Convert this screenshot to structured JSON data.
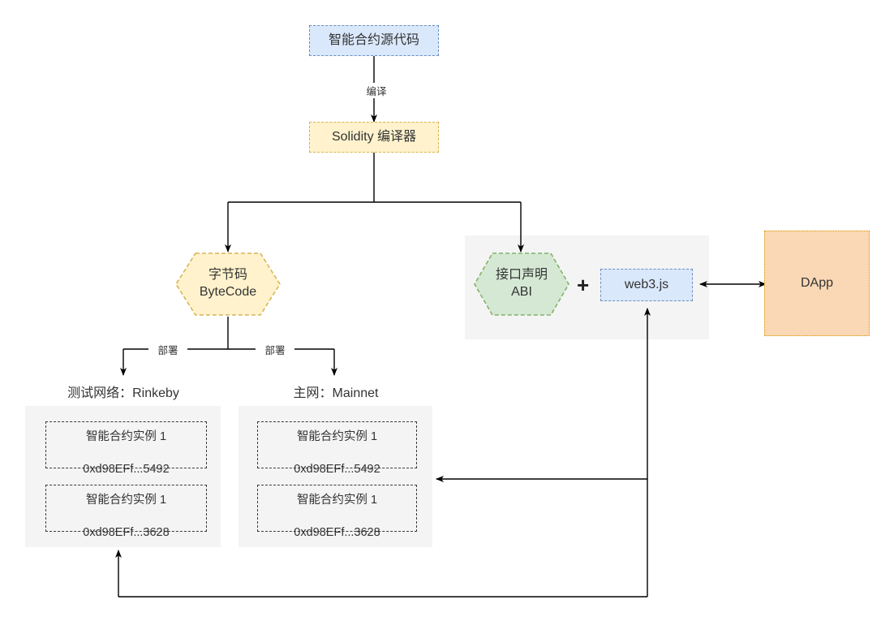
{
  "diagram": {
    "title_present": false,
    "colors": {
      "blue_fill": "#dae8fc",
      "blue_stroke": "#6c8ebf",
      "yellow_fill": "#fff2cc",
      "yellow_stroke": "#d6b656",
      "green_fill": "#d5e8d4",
      "green_stroke": "#82b366",
      "orange_fill": "#fad7b5",
      "orange_stroke": "#d79b00",
      "group_fill": "#f4f4f4",
      "edge_stroke": "#000000",
      "text": "#333333"
    },
    "nodes": {
      "source_code": "智能合约源代码",
      "compiler": "Solidity 编译器",
      "bytecode": "字节码\nByteCode",
      "abi": "接口声明\nABI",
      "web3": "web3.js",
      "dapp": "DApp",
      "plus": "+"
    },
    "edge_labels": {
      "compile": "编译",
      "deploy_left": "部署",
      "deploy_right": "部署"
    },
    "networks": [
      {
        "caption": "测试网络：Rinkeby",
        "instances": [
          {
            "name": "智能合约实例 1",
            "address": "0xd98EFf...5492"
          },
          {
            "name": "智能合约实例 1",
            "address": "0xd98EFf...3628"
          }
        ]
      },
      {
        "caption": "主网：Mainnet",
        "instances": [
          {
            "name": "智能合约实例 1",
            "address": "0xd98EFf...5492"
          },
          {
            "name": "智能合约实例 1",
            "address": "0xd98EFf...3628"
          }
        ]
      }
    ]
  }
}
